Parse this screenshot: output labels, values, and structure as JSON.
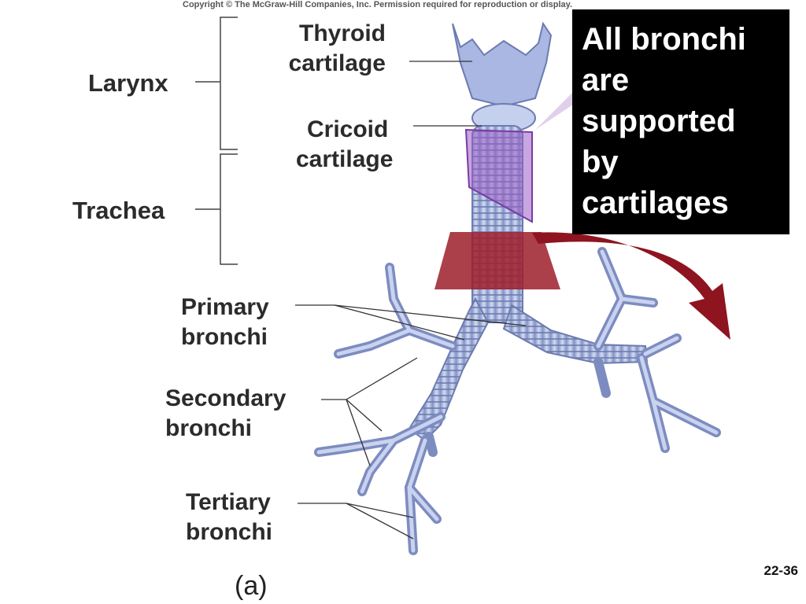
{
  "copyright": "Copyright © The McGraw-Hill Companies, Inc. Permission required for reproduction or display.",
  "labels": {
    "larynx": "Larynx",
    "trachea": "Trachea",
    "thyroid": [
      "Thyroid",
      "cartilage"
    ],
    "cricoid": [
      "Cricoid",
      "cartilage"
    ],
    "primary": [
      "Primary",
      "bronchi"
    ],
    "secondary": [
      "Secondary",
      "bronchi"
    ],
    "tertiary": [
      "Tertiary",
      "bronchi"
    ]
  },
  "callout": [
    "All bronchi",
    "are",
    "supported",
    "by",
    "cartilages"
  ],
  "part_label": "(a)",
  "page_number": "22-36",
  "colors": {
    "airway": "#b7c3e6",
    "airway_dark": "#6c7bb0",
    "cricoid_highlight": "#9b5cc4",
    "section_plane": "#9e1e2a",
    "arrow": "#8e1420",
    "callout_bg": "#000000"
  }
}
